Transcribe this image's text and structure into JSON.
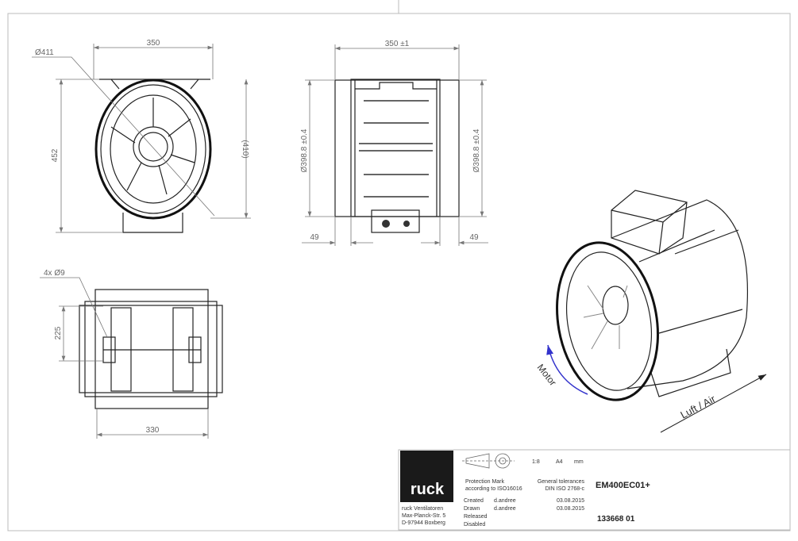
{
  "front_view": {
    "width_dim": "350",
    "height_dim": "452",
    "ref_height_dim": "(410)",
    "diameter_dim": "Ø411"
  },
  "side_view": {
    "length_dim": "350 ±1",
    "diameter_left": "Ø398.8 ±0.4",
    "diameter_right": "Ø398.8 ±0.4",
    "offset_left": "49",
    "offset_right": "49"
  },
  "bottom_view": {
    "holes_dim": "4x  Ø9",
    "spacing_vertical": "225",
    "spacing_horizontal": "330"
  },
  "iso_view": {
    "rotation_label": "Motor",
    "airflow_label": "Luft / Air",
    "rotation_color": "#3333cc"
  },
  "title_block": {
    "logo": "ruck",
    "company_lines": [
      "ruck Ventilatoren",
      "Max-Planck-Str. 5",
      "D-97944 Boxberg"
    ],
    "scale": "1:8",
    "format": "A4",
    "unit": "mm",
    "protection_mark": [
      "Protection Mark",
      "according to ISO16016"
    ],
    "tolerances": [
      "General tolerances",
      "DIN ISO 2768-c"
    ],
    "created_label": "Created",
    "created_by": "d.andree",
    "created_date": "03.08.2015",
    "drawn_label": "Drawn",
    "drawn_by": "d.andree",
    "drawn_date": "03.08.2015",
    "released_label": "Released",
    "disabled_label": "Disabled",
    "model": "EM400EC01+",
    "drawing_number": "133668  01"
  }
}
